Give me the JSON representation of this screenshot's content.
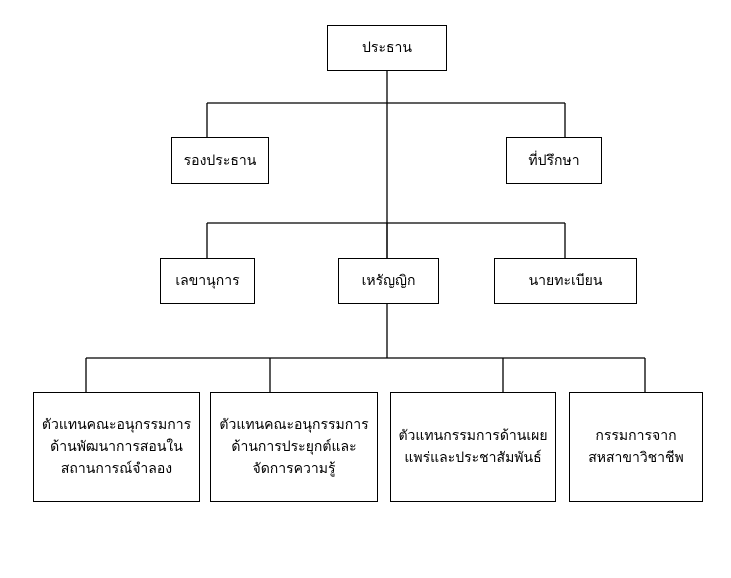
{
  "chart": {
    "nodes": {
      "president": "ประธาน",
      "vice_president": "รองประธาน",
      "advisor": "ที่ปรึกษา",
      "secretary": "เลขานุการ",
      "treasurer": "เหรัญญิก",
      "registrar": "นายทะเบียน",
      "rep_teaching": "ตัวแทนคณะอนุกรรมการ\nด้านพัฒนาการสอนใน\nสถานการณ์จำลอง",
      "rep_knowledge": "ตัวแทนคณะอนุกรรมการ\nด้านการประยุกต์และ\nจัดการความรู้",
      "rep_publicity": "ตัวแทนกรรมการด้านเผย\nแพร่และประชาสัมพันธ์",
      "committee_professional": "กรรมการจาก\nสหสาขาวิชาชีพ"
    }
  }
}
